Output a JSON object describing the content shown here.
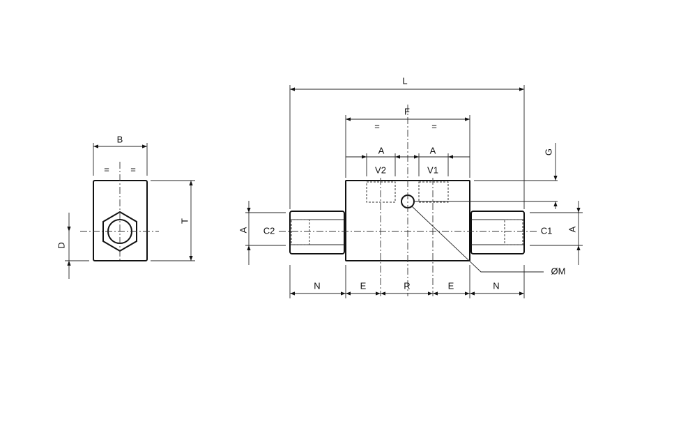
{
  "side_view": {
    "dim_width": "B",
    "dim_height": "T",
    "dim_port": "D",
    "equal_left": "=",
    "equal_right": "="
  },
  "front_view": {
    "dim_length": "L",
    "dim_body": "F",
    "equal_left": "=",
    "equal_right": "=",
    "dim_port_left": "A",
    "dim_port_right": "A",
    "port_v2": "V2",
    "port_v1": "V1",
    "port_c2": "C2",
    "port_c1": "C1",
    "dim_a_left": "A",
    "dim_a_right": "A",
    "dim_g": "G",
    "dim_hole": "ØM",
    "bottom_dims": [
      "N",
      "E",
      "R",
      "E",
      "N"
    ]
  }
}
